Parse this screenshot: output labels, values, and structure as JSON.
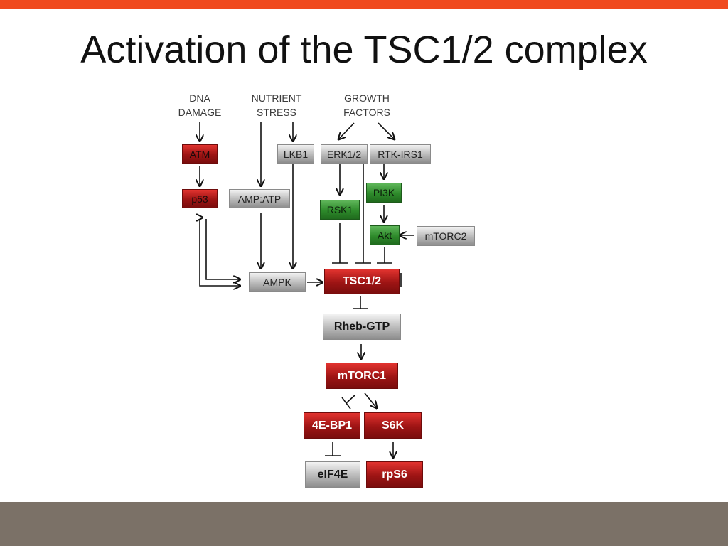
{
  "slide": {
    "title": "Activation of the TSC1/2 complex",
    "accent_color": "#f04a1e",
    "footer_color": "#7b7167"
  },
  "diagram": {
    "sources": {
      "dna_damage": [
        "DNA",
        "DAMAGE"
      ],
      "nutrient_stress": [
        "NUTRIENT",
        "STRESS"
      ],
      "growth_factors": [
        "GROWTH",
        "FACTORS"
      ]
    },
    "nodes": {
      "atm": "ATM",
      "p53": "p53",
      "lkb1": "LKB1",
      "amp_atp": "AMP:ATP",
      "ampk": "AMPK",
      "erk": "ERK1/2",
      "rtk_irs1": "RTK-IRS1",
      "rsk1": "RSK1",
      "pi3k": "PI3K",
      "akt": "Akt",
      "mtorc2": "mTORC2",
      "tsc": "TSC1/2",
      "rheb": "Rheb-GTP",
      "mtorc1": "mTORC1",
      "fourebp1": "4E-BP1",
      "s6k": "S6K",
      "eif4e": "eIF4E",
      "rps6": "rpS6"
    },
    "colors": {
      "red": "#b01c1c",
      "gray": "#b9b9b9",
      "green": "#2e8a2b"
    }
  }
}
